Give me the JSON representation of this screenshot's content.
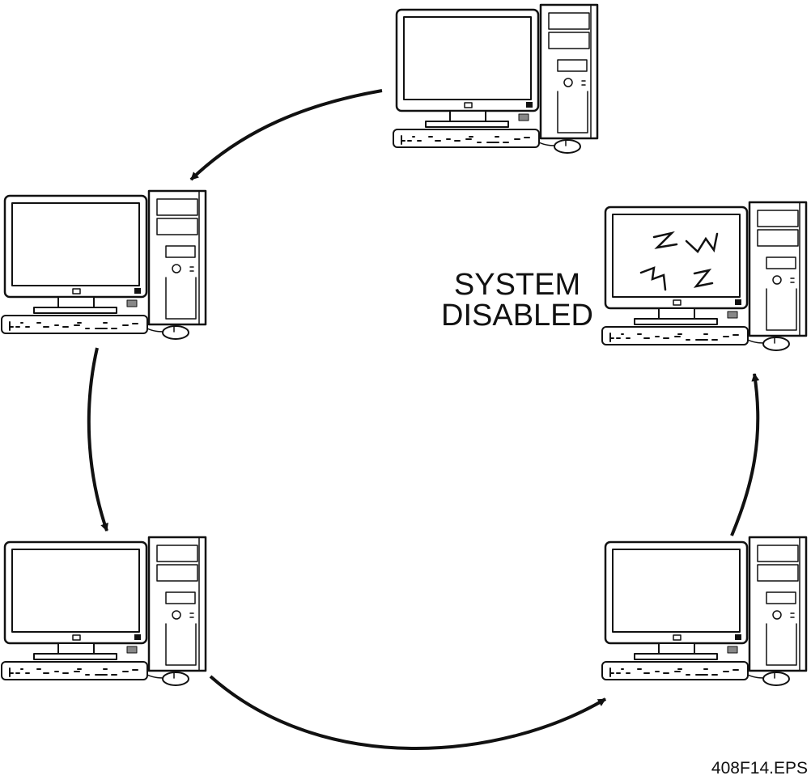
{
  "diagram": {
    "status_label_line1": "SYSTEM",
    "status_label_line2": "DISABLED",
    "figure_id": "408F14.EPS",
    "nodes": [
      {
        "name": "computer-top",
        "state": "normal"
      },
      {
        "name": "computer-left-upper",
        "state": "normal"
      },
      {
        "name": "computer-left-lower",
        "state": "normal"
      },
      {
        "name": "computer-right-lower",
        "state": "normal"
      },
      {
        "name": "computer-right-upper",
        "state": "disabled"
      }
    ],
    "colors": {
      "stroke": "#111111",
      "background": "#ffffff"
    },
    "icons": [
      "computer-icon",
      "arrow-icon",
      "zigzag-icon"
    ]
  }
}
